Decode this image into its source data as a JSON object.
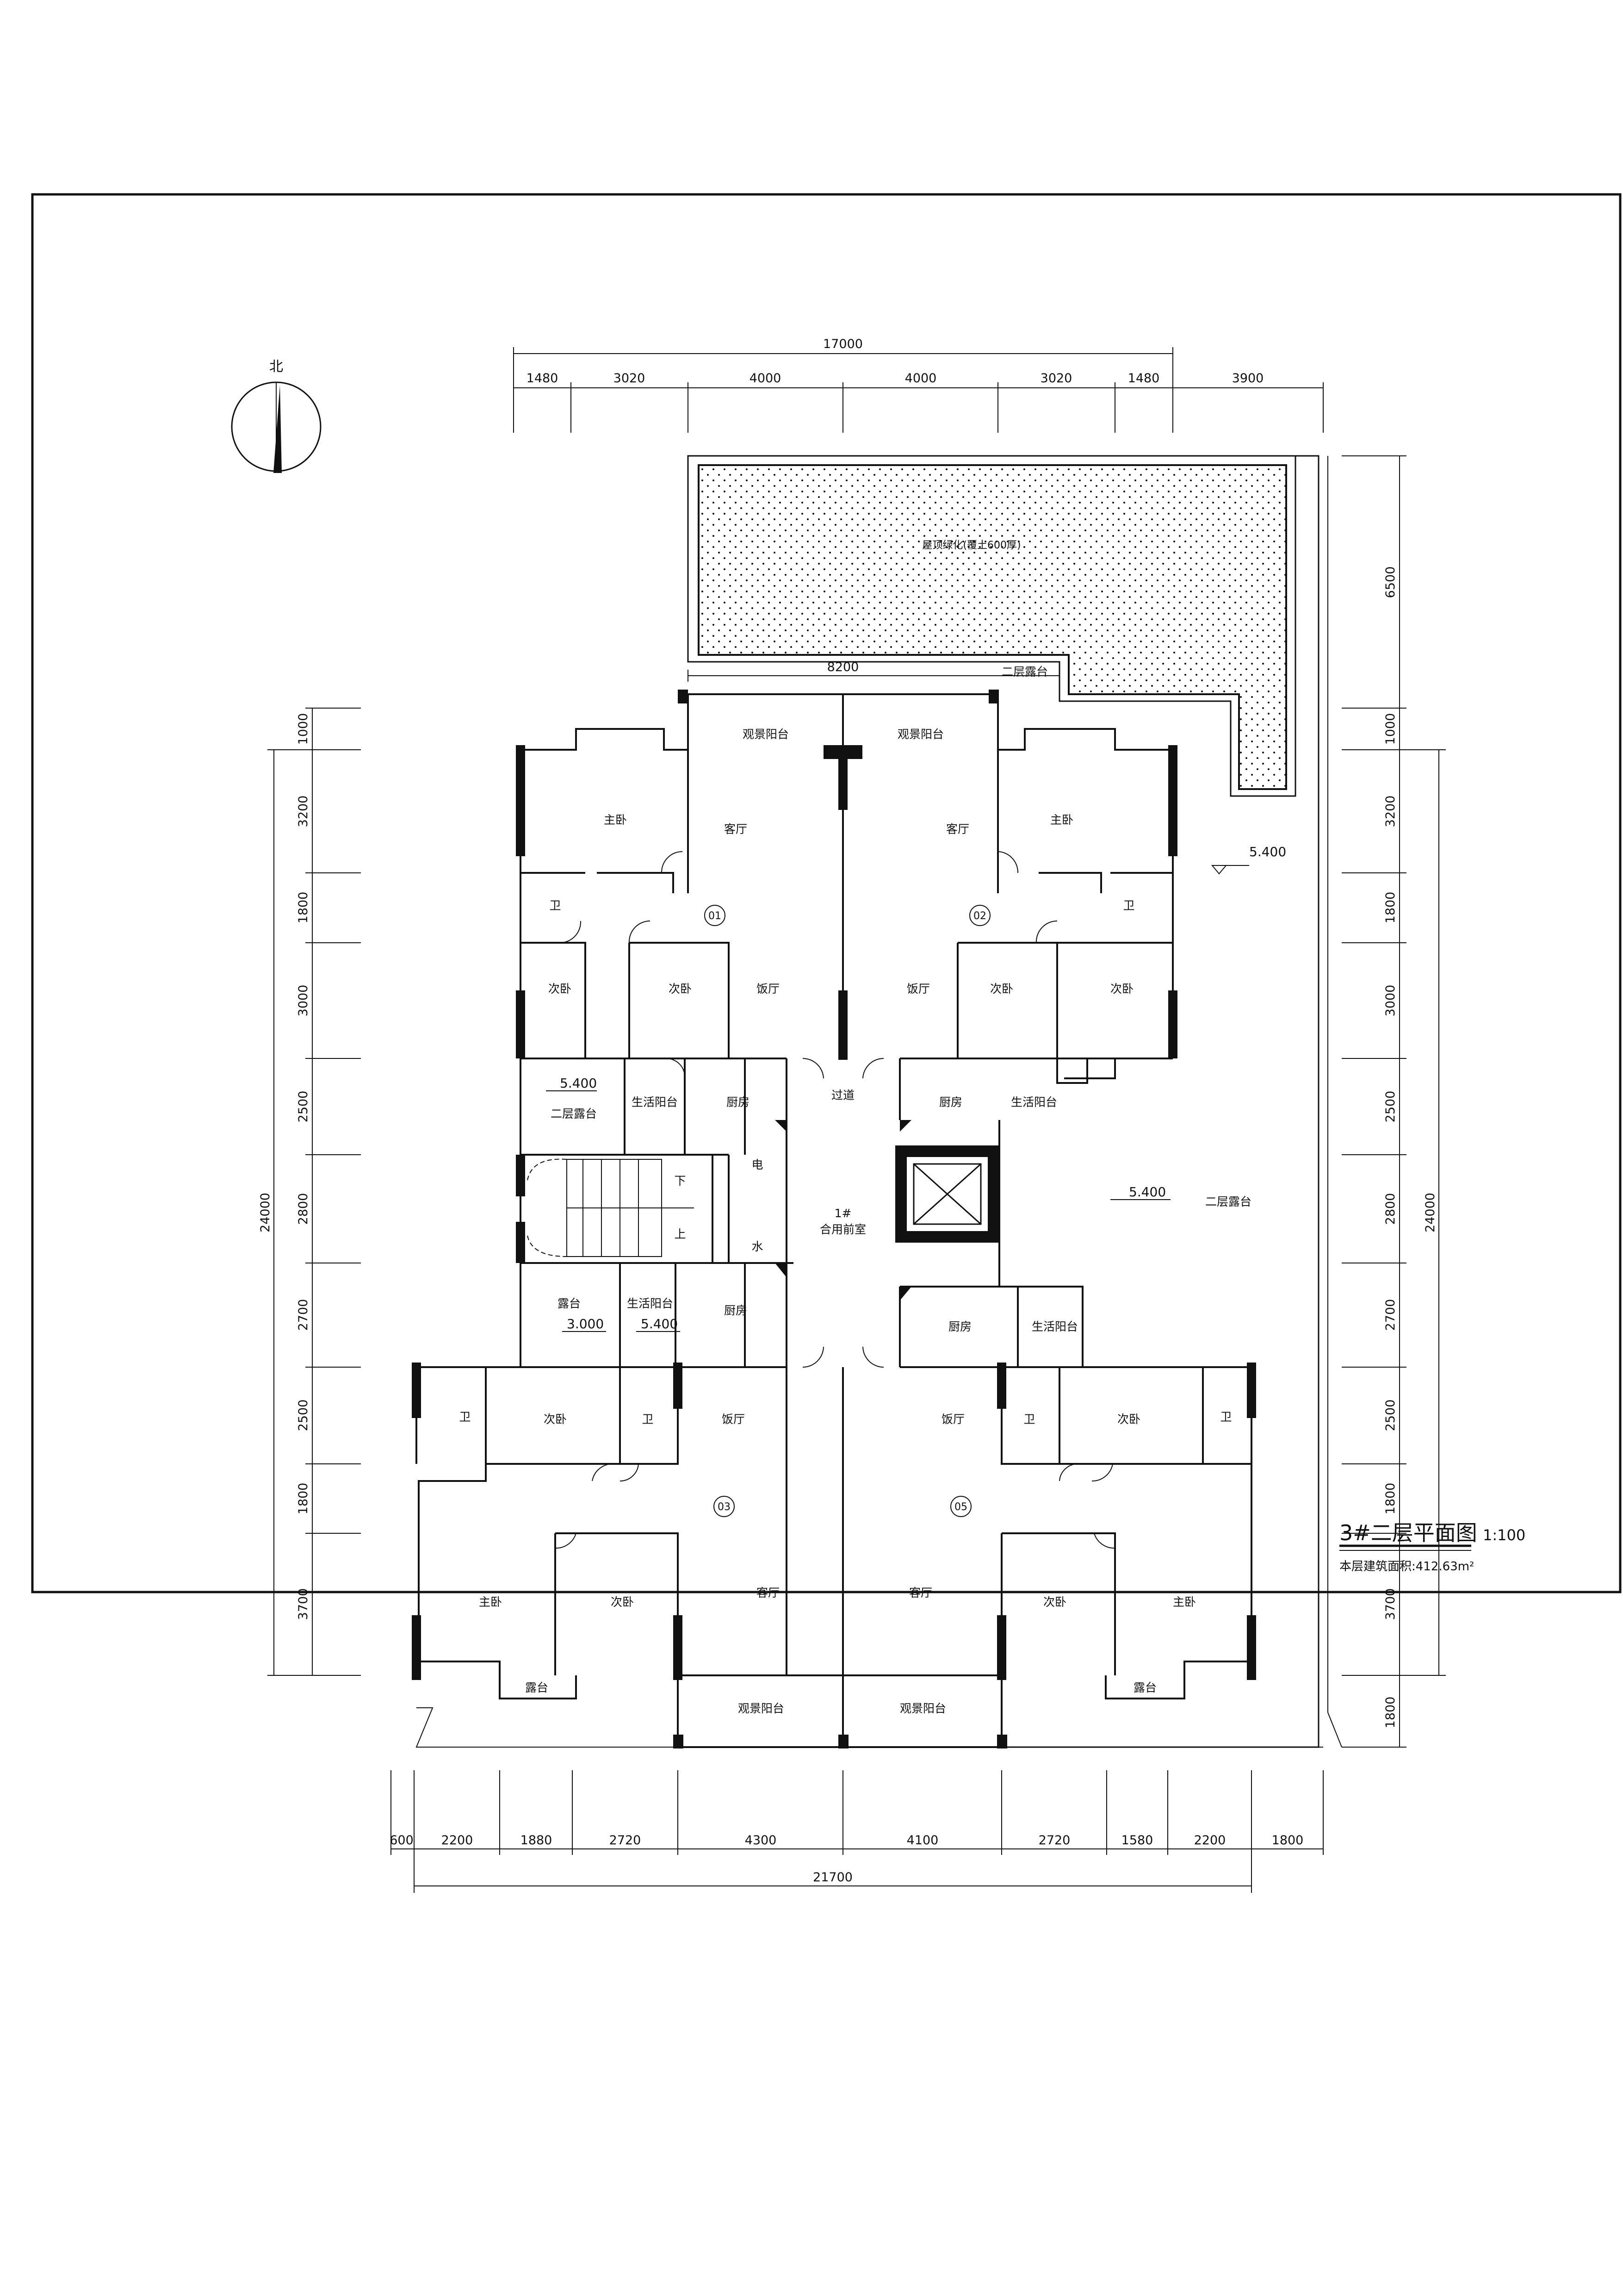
{
  "title": {
    "main": "3#二层平面图",
    "scale": "1:100",
    "area": "本层建筑面积:412.63m²"
  },
  "compass": {
    "label": "北"
  },
  "dimensions": {
    "top_total": "17000",
    "top": [
      "1480",
      "3020",
      "4000",
      "4000",
      "3020",
      "1480",
      "3900"
    ],
    "bottom": [
      "600",
      "2200",
      "1880",
      "2720",
      "4300",
      "4100",
      "2720",
      "1580",
      "2200",
      "1800"
    ],
    "bottom_total": "21700",
    "left": [
      "1000",
      "3200",
      "1800",
      "3000",
      "2500",
      "2800",
      "2700",
      "2500",
      "1800",
      "3700"
    ],
    "left_total": "24000",
    "right": [
      "6500",
      "1000",
      "3200",
      "1800",
      "3000",
      "2500",
      "2800",
      "2700",
      "2500",
      "1800",
      "3700",
      "1800"
    ],
    "right_total": "24000",
    "garden_width": "8200"
  },
  "rooms": [
    {
      "label": "主卧"
    },
    {
      "label": "客厅"
    },
    {
      "label": "客厅"
    },
    {
      "label": "主卧"
    },
    {
      "label": "卫"
    },
    {
      "label": "卫"
    },
    {
      "label": "次卧"
    },
    {
      "label": "次卧"
    },
    {
      "label": "饭厅"
    },
    {
      "label": "饭厅"
    },
    {
      "label": "次卧"
    },
    {
      "label": "次卧"
    },
    {
      "label": "二层露台"
    },
    {
      "label": "生活阳台"
    },
    {
      "label": "厨房"
    },
    {
      "label": "过道"
    },
    {
      "label": "厨房"
    },
    {
      "label": "生活阳台"
    },
    {
      "label": "电"
    },
    {
      "label": "水"
    },
    {
      "label": "下"
    },
    {
      "label": "上"
    },
    {
      "label": "1#"
    },
    {
      "label": "合用前室"
    },
    {
      "label": "二层露台"
    },
    {
      "label": "露台"
    },
    {
      "label": "生活阳台"
    },
    {
      "label": "厨房"
    },
    {
      "label": "厨房"
    },
    {
      "label": "生活阳台"
    },
    {
      "label": "卫"
    },
    {
      "label": "次卧"
    },
    {
      "label": "卫"
    },
    {
      "label": "饭厅"
    },
    {
      "label": "饭厅"
    },
    {
      "label": "卫"
    },
    {
      "label": "次卧"
    },
    {
      "label": "卫"
    },
    {
      "label": "主卧"
    },
    {
      "label": "次卧"
    },
    {
      "label": "客厅"
    },
    {
      "label": "客厅"
    },
    {
      "label": "次卧"
    },
    {
      "label": "主卧"
    },
    {
      "label": "露台"
    },
    {
      "label": "观景阳台"
    },
    {
      "label": "观景阳台"
    },
    {
      "label": "露台"
    },
    {
      "label": "观景阳台"
    },
    {
      "label": "观景阳台"
    },
    {
      "label": "二层露台"
    }
  ],
  "levels": [
    "5.400",
    "5.400",
    "5.400",
    "5.400",
    "3.000"
  ],
  "units": [
    "01",
    "02",
    "03",
    "05"
  ],
  "garden": {
    "label": "屋顶绿化(覆土600厚)"
  }
}
